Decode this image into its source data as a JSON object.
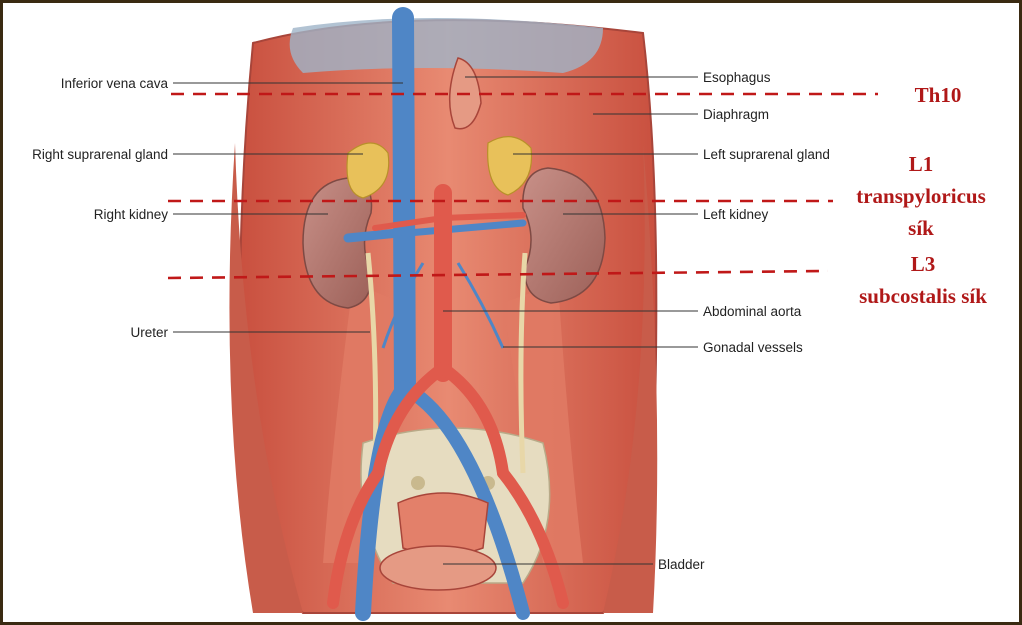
{
  "labels": {
    "inferior_vena_cava": "Inferior vena cava",
    "right_suprarenal_gland": "Right suprarenal gland",
    "right_kidney": "Right kidney",
    "ureter": "Ureter",
    "esophagus": "Esophagus",
    "diaphragm": "Diaphragm",
    "left_suprarenal_gland": "Left suprarenal gland",
    "left_kidney": "Left kidney",
    "abdominal_aorta": "Abdominal aorta",
    "gonadal_vessels": "Gonadal vessels",
    "bladder": "Bladder"
  },
  "levels": {
    "th10": "Th10",
    "l1_line1": "L1",
    "l1_line2": "transpyloricus",
    "l1_line3": "sík",
    "l3_line1": "L3",
    "l3_line2": "subcostalis sík"
  },
  "colors": {
    "muscle": "#d9705e",
    "vein": "#4f86c6",
    "artery": "#e05a4c",
    "kidney": "#b97a72",
    "gland": "#e8c15a",
    "bone": "#e6dcc0",
    "level_line": "#c01818"
  }
}
